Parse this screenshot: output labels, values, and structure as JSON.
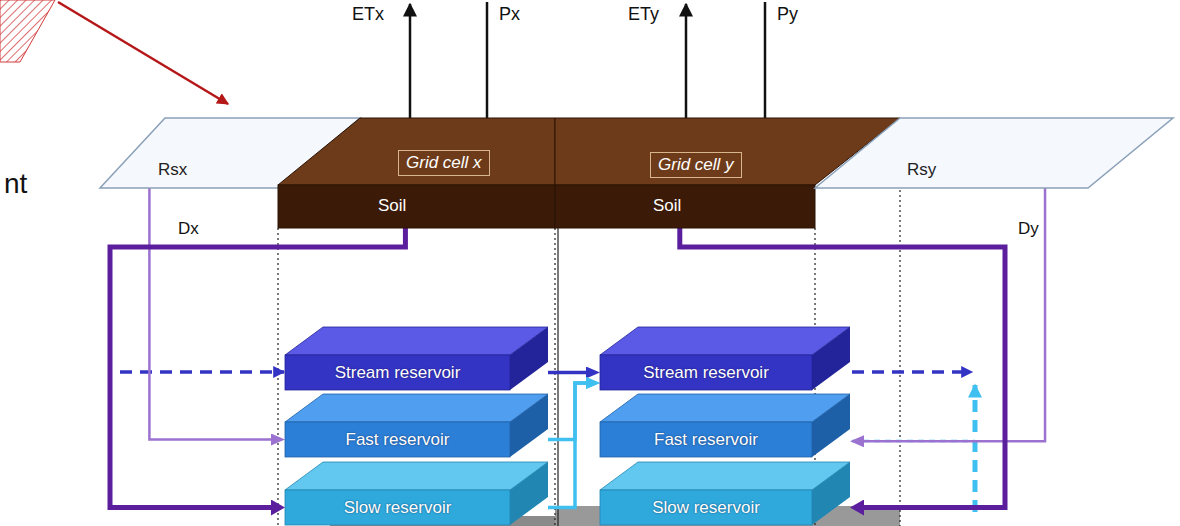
{
  "diagram": {
    "nodes": [
      {
        "text": [
          "Rsx"
        ]
      },
      {
        "text": [
          "Grid cell x",
          "Soil"
        ]
      },
      {
        "text": [
          "Grid cell y",
          "Soil"
        ]
      },
      {
        "text": [
          "Rsy"
        ]
      },
      {
        "text": [
          "Stream reservoir"
        ]
      },
      {
        "text": [
          "Fast reservoir"
        ]
      },
      {
        "text": [
          "Slow reservoir"
        ]
      },
      {
        "text": [
          "Stream reservoir"
        ]
      },
      {
        "text": [
          "Fast reservoir"
        ]
      },
      {
        "text": [
          "Slow reservoir"
        ]
      }
    ],
    "edges": [
      {
        "from": 0,
        "to": 5,
        "arrow": "to"
      },
      {
        "from": 1,
        "to": 6,
        "label": "Dx",
        "arrow": "to"
      },
      {
        "from": 4,
        "to": 7,
        "arrow": "to"
      },
      {
        "from": 5,
        "to": 7,
        "arrow": "to"
      },
      {
        "from": 6,
        "to": 7,
        "arrow": "to"
      },
      {
        "from": 3,
        "to": 8,
        "arrow": "to"
      },
      {
        "from": 2,
        "to": 9,
        "label": "Dy",
        "arrow": "to"
      }
    ],
    "labels": [
      "nt",
      "ETx",
      "Px",
      "ETy",
      "Py"
    ]
  }
}
